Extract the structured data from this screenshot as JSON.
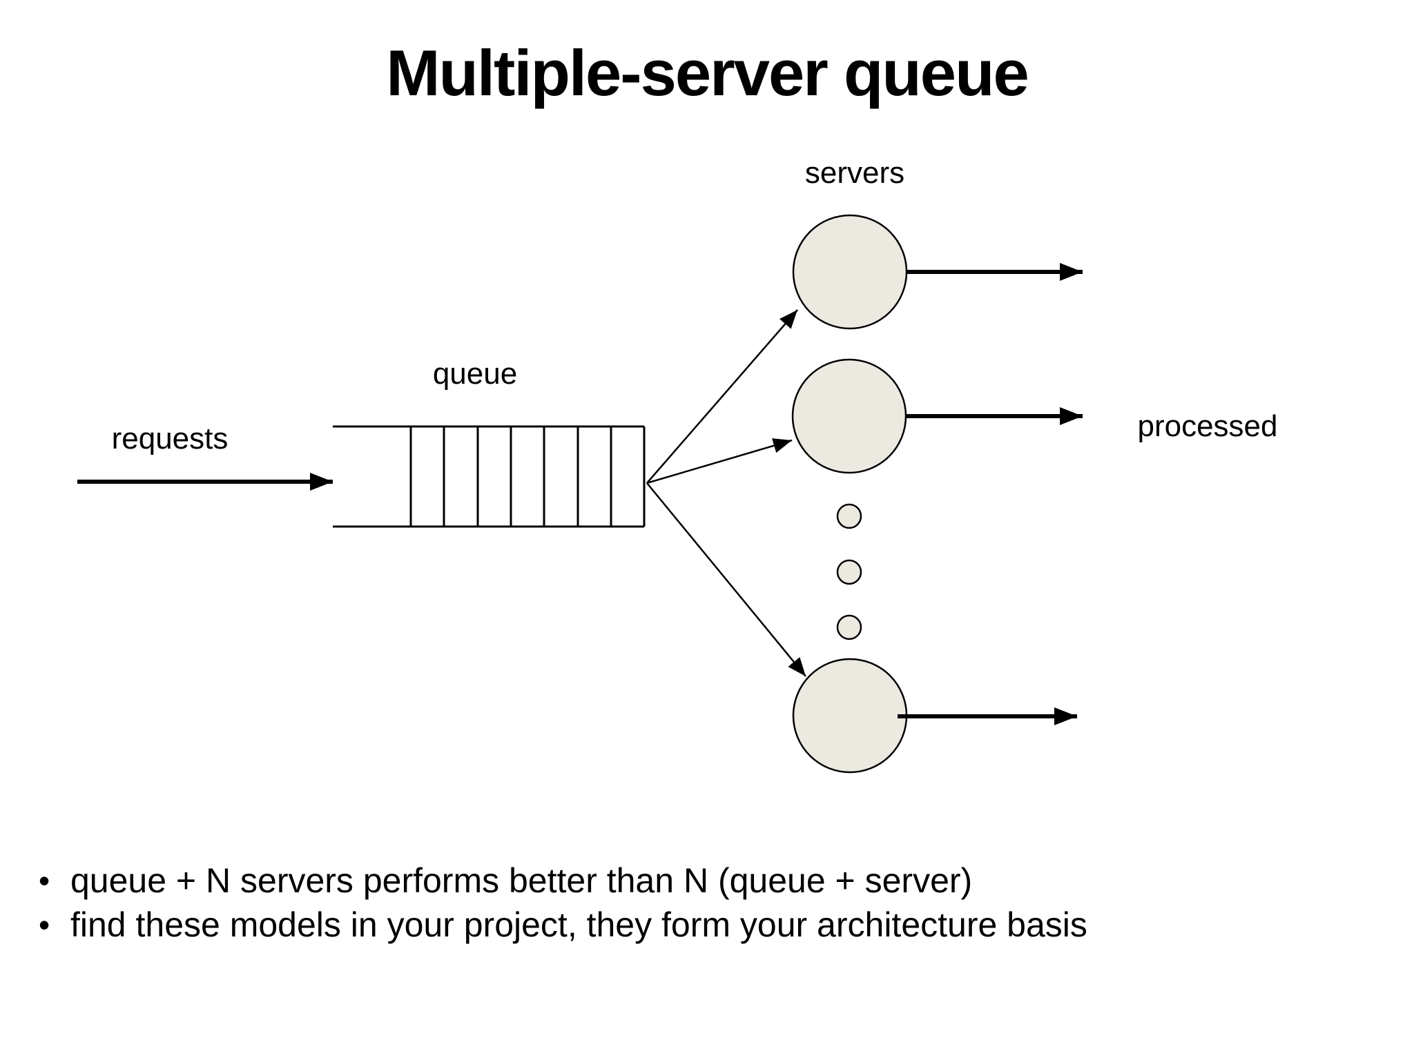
{
  "slide": {
    "title": "Multiple-server queue",
    "labels": {
      "servers": "servers",
      "queue": "queue",
      "requests": "requests",
      "processed": "processed"
    },
    "bullet_marker": "•",
    "bullets": [
      "queue + N servers performs better than N (queue + server)",
      "find these models in your project, they form your architecture basis"
    ],
    "colors": {
      "server_fill": "#ECE9E0",
      "stroke": "#000000",
      "background": "#FFFFFF"
    }
  }
}
